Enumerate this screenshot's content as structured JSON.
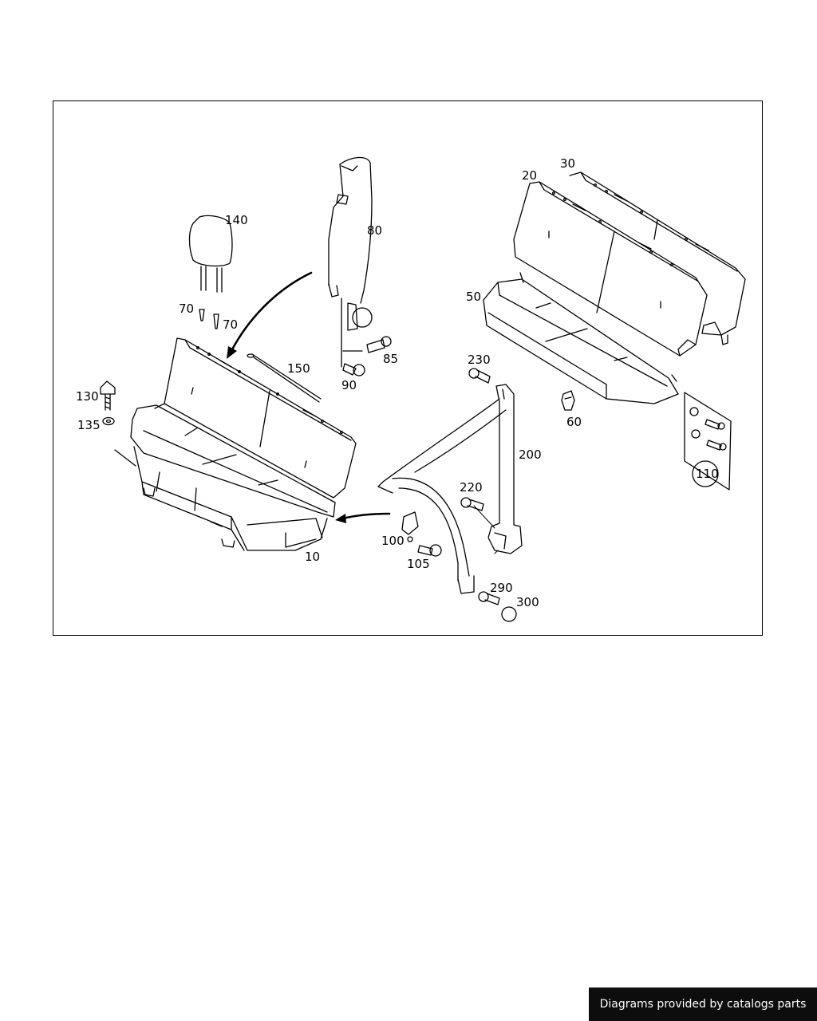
{
  "diagram": {
    "part_labels": {
      "p10": "10",
      "p20": "20",
      "p30": "30",
      "p50": "50",
      "p60": "60",
      "p70a": "70",
      "p70b": "70",
      "p80": "80",
      "p85": "85",
      "p90": "90",
      "p100": "100",
      "p105": "105",
      "p110": "110",
      "p130": "130",
      "p135": "135",
      "p140": "140",
      "p150": "150",
      "p200": "200",
      "p220": "220",
      "p230": "230",
      "p290": "290",
      "p300": "300"
    }
  },
  "footer": {
    "credit": "Diagrams provided by catalogs parts"
  }
}
